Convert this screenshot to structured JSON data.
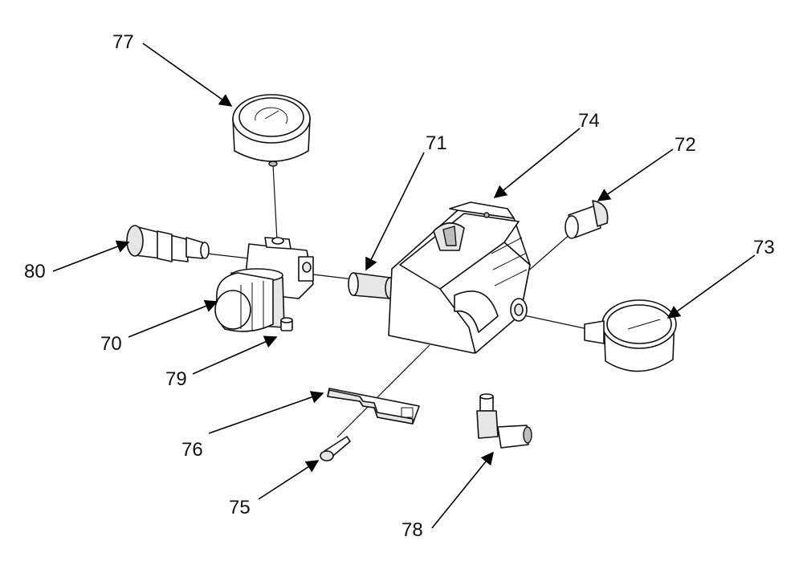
{
  "callouts": [
    {
      "id": "70",
      "label": "70"
    },
    {
      "id": "71",
      "label": "71"
    },
    {
      "id": "72",
      "label": "72"
    },
    {
      "id": "73",
      "label": "73"
    },
    {
      "id": "74",
      "label": "74"
    },
    {
      "id": "75",
      "label": "75"
    },
    {
      "id": "76",
      "label": "76"
    },
    {
      "id": "77",
      "label": "77"
    },
    {
      "id": "78",
      "label": "78"
    },
    {
      "id": "79",
      "label": "79"
    },
    {
      "id": "80",
      "label": "80"
    }
  ]
}
